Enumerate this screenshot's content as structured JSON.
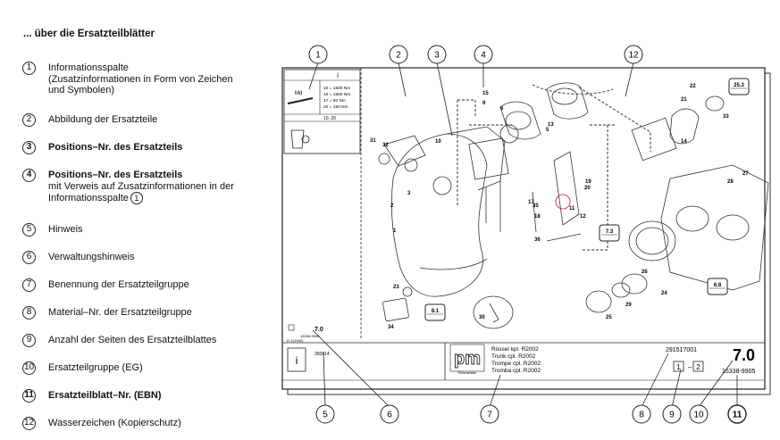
{
  "heading": "... über die Ersatzteilblätter",
  "legend": [
    {
      "n": "1",
      "lines": [
        "Informationsspalte",
        "(Zusatzinformationen in Form von Zeichen",
        "und Symbolen)"
      ],
      "bold": false
    },
    {
      "n": "2",
      "lines": [
        "Abbildung der Ersatzteile"
      ],
      "bold": false
    },
    {
      "n": "3",
      "lines": [
        "Positions–Nr. des Ersatzteils"
      ],
      "bold": true
    },
    {
      "n": "4",
      "lines": [
        "Positions–Nr. des Ersatzteils",
        "mit Verweis auf Zusatzinformationen in der",
        "Informationsspalte"
      ],
      "bold": "first",
      "ref": "1"
    },
    {
      "n": "5",
      "lines": [
        "Hinweis"
      ],
      "bold": false
    },
    {
      "n": "6",
      "lines": [
        "Verwaltungshinweis"
      ],
      "bold": false
    },
    {
      "n": "7",
      "lines": [
        "Benennung der Ersatzteilgruppe"
      ],
      "bold": false
    },
    {
      "n": "8",
      "lines": [
        "Material–Nr. der Ersatzteilgruppe"
      ],
      "bold": false
    },
    {
      "n": "9",
      "lines": [
        "Anzahl der Seiten des Ersatzteilblattes"
      ],
      "bold": false
    },
    {
      "n": "10",
      "lines": [
        "Ersatzteilgruppe (EG)"
      ],
      "bold": false
    },
    {
      "n": "11",
      "lines": [
        "Ersatzteilblatt–Nr. (EBN)"
      ],
      "bold": true
    },
    {
      "n": "12",
      "lines": [
        "Wasserzeichen (Kopierschutz)"
      ],
      "bold": false
    }
  ],
  "sheet": {
    "info_torque": [
      "10  =  1600 Nm",
      "15  =  1600 Nm",
      "17  =   80 Nm",
      "20  =  150 Nm"
    ],
    "info_md": "Md",
    "info_ref": "10, 20",
    "note_num": "7.0",
    "note_sub": "15338-9906",
    "note_code": "12.2(1942)",
    "admin_code": "350014",
    "logo_text": "pm",
    "logo_sub": "Putzmeister",
    "group_names": [
      "Rüssel kpl. R2002",
      "Trunk cpl. R2002",
      "Trompe cpl. R2002",
      "Tromba cpl. R2002"
    ],
    "material_no": "291517001",
    "pages_a": "1",
    "pages_b": "2",
    "eg": "7.0",
    "ebn": "15338-9905"
  },
  "callouts_top": [
    "1",
    "2",
    "3",
    "4",
    "12"
  ],
  "callouts_bottom": [
    "5",
    "6",
    "7",
    "8",
    "9",
    "10",
    "11"
  ],
  "part_numbers": [
    "1",
    "2",
    "3",
    "5",
    "6",
    "9",
    "10",
    "11",
    "12",
    "13",
    "14",
    "15",
    "17",
    "18",
    "19",
    "20",
    "21",
    "22",
    "23",
    "24",
    "25",
    "26",
    "27",
    "28",
    "29",
    "30",
    "31",
    "32",
    "33",
    "34",
    "35",
    "36"
  ],
  "ref_boxes": [
    "25.3",
    "7.3",
    "6.8",
    "8.1"
  ]
}
